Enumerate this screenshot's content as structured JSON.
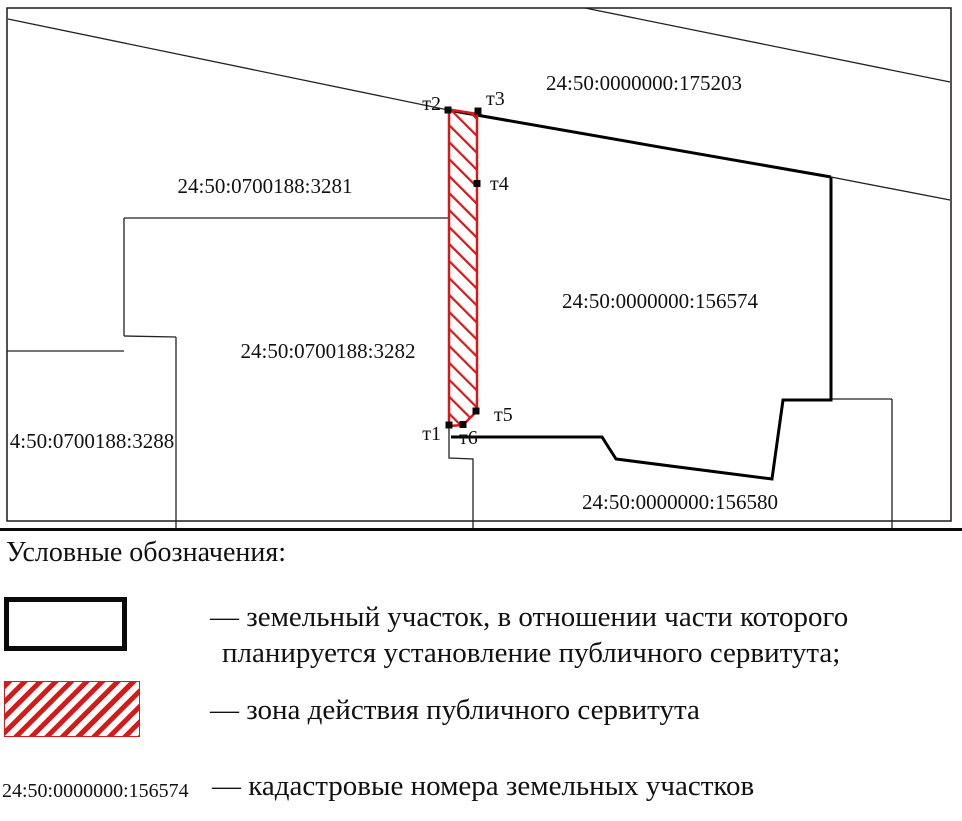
{
  "map": {
    "parcel_labels": {
      "p175203": "24:50:0000000:175203",
      "p3281": "24:50:0700188:3281",
      "p156574": "24:50:0000000:156574",
      "p3282": "24:50:0700188:3282",
      "p3288": "4:50:0700188:3288",
      "p156580": "24:50:0000000:156580"
    },
    "point_labels": {
      "t1": "т1",
      "t2": "т2",
      "t3": "т3",
      "t4": "т4",
      "t5": "т5",
      "t6": "т6"
    }
  },
  "legend": {
    "heading": "Условные обозначения:",
    "item_parcel_line1": "— земельный участок, в отношении части которого",
    "item_parcel_line2": "планируется установление публичного сервитута;",
    "item_zone": "— зона действия публичного сервитута",
    "item_cadastral_example": "24:50:0000000:156574",
    "item_cadastral_text": "— кадастровые номера земельных участков"
  },
  "colors": {
    "servitude_red": "#d61a1a",
    "line_black": "#111111"
  }
}
